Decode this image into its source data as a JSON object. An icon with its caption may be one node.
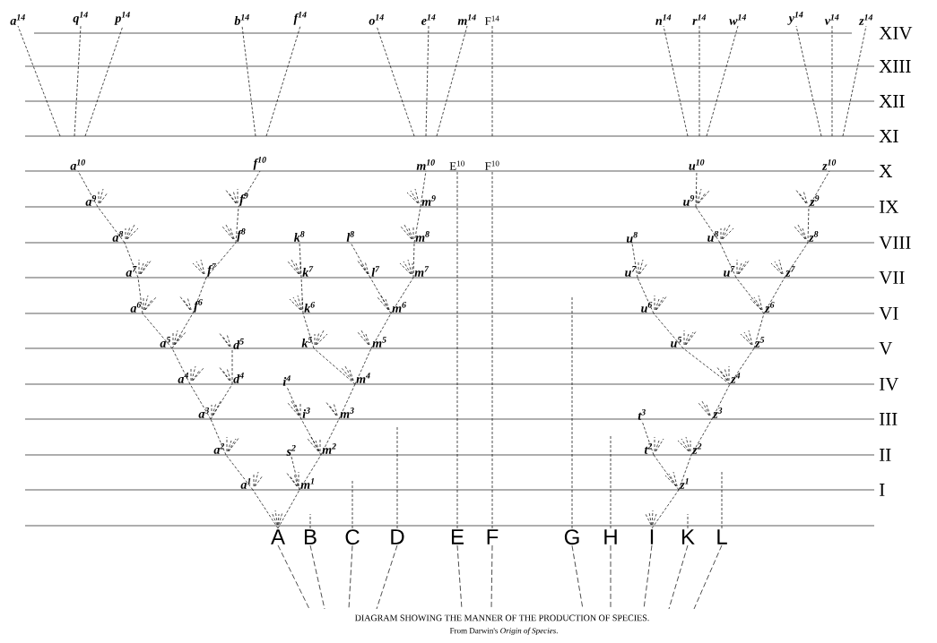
{
  "diagram": {
    "caption": "DIAGRAM SHOWING THE MANNER OF THE PRODUCTION OF SPECIES.",
    "nodes": [
      {
        "text": [
          "a$^{14}$"
        ]
      },
      {
        "text": [
          "q$^{14}$"
        ]
      },
      {
        "text": [
          "p$^{14}$"
        ]
      },
      {
        "text": [
          "b$^{14}$"
        ]
      },
      {
        "text": [
          "f$^{14}$"
        ]
      },
      {
        "text": [
          "o$^{14}$"
        ]
      },
      {
        "text": [
          "e$^{14}$"
        ]
      },
      {
        "text": [
          "m$^{14}$"
        ]
      },
      {
        "text": [
          "F$^{14}$"
        ]
      },
      {
        "text": [
          "n$^{14}$"
        ]
      },
      {
        "text": [
          "r$^{14}$"
        ]
      },
      {
        "text": [
          "w$^{14}$"
        ]
      },
      {
        "text": [
          "y$^{14}$"
        ]
      },
      {
        "text": [
          "v$^{14}$"
        ]
      },
      {
        "text": [
          "z$^{14}$"
        ]
      },
      {
        "text": [
          "a$^{10}$"
        ]
      },
      {
        "text": [
          "f$^{10}$"
        ]
      },
      {
        "text": [
          "m$^{10}$"
        ]
      },
      {
        "text": [
          "E$^{10}$"
        ]
      },
      {
        "text": [
          "F$^{10}$"
        ]
      },
      {
        "text": [
          "u$^{10}$"
        ]
      },
      {
        "text": [
          "z$^{10}$"
        ]
      },
      {
        "text": [
          "a$^{9}$"
        ]
      },
      {
        "text": [
          "f$^{9}$"
        ]
      },
      {
        "text": [
          "m$^{9}$"
        ]
      },
      {
        "text": [
          "u$^{9}$"
        ]
      },
      {
        "text": [
          "z$^{9}$"
        ]
      },
      {
        "text": [
          "a$^{8}$"
        ]
      },
      {
        "text": [
          "f$^{8}$"
        ]
      },
      {
        "text": [
          "k$^{8}$"
        ]
      },
      {
        "text": [
          "l$^{8}$"
        ]
      },
      {
        "text": [
          "m$^{8}$"
        ]
      },
      {
        "text": [
          "u$^{8}$"
        ]
      },
      {
        "text": [
          "u$^{8}$"
        ]
      },
      {
        "text": [
          "z$^{8}$"
        ]
      },
      {
        "text": [
          "a$^{7}$"
        ]
      },
      {
        "text": [
          "f$^{7}$"
        ]
      },
      {
        "text": [
          "k$^{7}$"
        ]
      },
      {
        "text": [
          "l$^{7}$"
        ]
      },
      {
        "text": [
          "m$^{7}$"
        ]
      },
      {
        "text": [
          "u$^{7}$"
        ]
      },
      {
        "text": [
          "u$^{7}$"
        ]
      },
      {
        "text": [
          "z$^{7}$"
        ]
      },
      {
        "text": [
          "a$^{6}$"
        ]
      },
      {
        "text": [
          "f$^{6}$"
        ]
      },
      {
        "text": [
          "k$^{6}$"
        ]
      },
      {
        "text": [
          "m$^{6}$"
        ]
      },
      {
        "text": [
          "u$^{6}$"
        ]
      },
      {
        "text": [
          "z$^{6}$"
        ]
      },
      {
        "text": [
          "a$^{5}$"
        ]
      },
      {
        "text": [
          "d$^{5}$"
        ]
      },
      {
        "text": [
          "k$^{5}$"
        ]
      },
      {
        "text": [
          "m$^{5}$"
        ]
      },
      {
        "text": [
          "u$^{5}$"
        ]
      },
      {
        "text": [
          "z$^{5}$"
        ]
      },
      {
        "text": [
          "a$^{4}$"
        ]
      },
      {
        "text": [
          "d$^{4}$"
        ]
      },
      {
        "text": [
          "i$^{4}$"
        ]
      },
      {
        "text": [
          "m$^{4}$"
        ]
      },
      {
        "text": [
          "z$^{4}$"
        ]
      },
      {
        "text": [
          "a$^{3}$"
        ]
      },
      {
        "text": [
          "i$^{3}$"
        ]
      },
      {
        "text": [
          "m$^{3}$"
        ]
      },
      {
        "text": [
          "t$^{3}$"
        ]
      },
      {
        "text": [
          "z$^{3}$"
        ]
      },
      {
        "text": [
          "a$^{2}$"
        ]
      },
      {
        "text": [
          "s$^{2}$"
        ]
      },
      {
        "text": [
          "m$^{2}$"
        ]
      },
      {
        "text": [
          "t$^{2}$"
        ]
      },
      {
        "text": [
          "z$^{2}$"
        ]
      },
      {
        "text": [
          "a$^{1}$"
        ]
      },
      {
        "text": [
          "m$^{1}$"
        ]
      },
      {
        "text": [
          "z$^{1}$"
        ]
      },
      {
        "text": [
          "A"
        ]
      },
      {
        "text": [
          "B"
        ]
      },
      {
        "text": [
          "C"
        ]
      },
      {
        "text": [
          "D"
        ]
      },
      {
        "text": [
          "E"
        ]
      },
      {
        "text": [
          "F"
        ]
      },
      {
        "text": [
          "G"
        ]
      },
      {
        "text": [
          "H"
        ]
      },
      {
        "text": [
          "I"
        ]
      },
      {
        "text": [
          "K"
        ]
      },
      {
        "text": [
          "L"
        ]
      }
    ],
    "edges": [
      {
        "from": 73,
        "to": 70,
        "arrow": "none"
      },
      {
        "from": 73,
        "to": 71,
        "arrow": "none"
      },
      {
        "from": 70,
        "to": 65,
        "arrow": "none"
      },
      {
        "from": 65,
        "to": 60,
        "arrow": "none"
      },
      {
        "from": 60,
        "to": 55,
        "arrow": "none"
      },
      {
        "from": 60,
        "to": 56,
        "arrow": "none"
      },
      {
        "from": 56,
        "to": 50,
        "arrow": "none"
      },
      {
        "from": 55,
        "to": 49,
        "arrow": "none"
      },
      {
        "from": 49,
        "to": 43,
        "arrow": "none"
      },
      {
        "from": 49,
        "to": 44,
        "arrow": "none"
      },
      {
        "from": 43,
        "to": 35,
        "arrow": "none"
      },
      {
        "from": 35,
        "to": 27,
        "arrow": "none"
      },
      {
        "from": 27,
        "to": 22,
        "arrow": "none"
      },
      {
        "from": 22,
        "to": 15,
        "arrow": "none"
      },
      {
        "from": 44,
        "to": 36,
        "arrow": "none"
      },
      {
        "from": 36,
        "to": 28,
        "arrow": "none"
      },
      {
        "from": 28,
        "to": 23,
        "arrow": "none"
      },
      {
        "from": 23,
        "to": 16,
        "arrow": "none"
      },
      {
        "from": 71,
        "to": 66,
        "arrow": "none"
      },
      {
        "from": 71,
        "to": 67,
        "arrow": "none"
      },
      {
        "from": 67,
        "to": 61,
        "arrow": "none"
      },
      {
        "from": 61,
        "to": 57,
        "arrow": "none"
      },
      {
        "from": 67,
        "to": 62,
        "arrow": "none"
      },
      {
        "from": 62,
        "to": 58,
        "arrow": "none"
      },
      {
        "from": 58,
        "to": 51,
        "arrow": "none"
      },
      {
        "from": 58,
        "to": 52,
        "arrow": "none"
      },
      {
        "from": 51,
        "to": 45,
        "arrow": "none"
      },
      {
        "from": 45,
        "to": 37,
        "arrow": "none"
      },
      {
        "from": 37,
        "to": 29,
        "arrow": "none"
      },
      {
        "from": 52,
        "to": 46,
        "arrow": "none"
      },
      {
        "from": 46,
        "to": 38,
        "arrow": "none"
      },
      {
        "from": 38,
        "to": 30,
        "arrow": "none"
      },
      {
        "from": 46,
        "to": 39,
        "arrow": "none"
      },
      {
        "from": 39,
        "to": 31,
        "arrow": "none"
      },
      {
        "from": 31,
        "to": 24,
        "arrow": "none"
      },
      {
        "from": 24,
        "to": 17,
        "arrow": "none"
      },
      {
        "from": 77,
        "to": 18,
        "arrow": "none"
      },
      {
        "from": 78,
        "to": 19,
        "arrow": "none"
      },
      {
        "from": 81,
        "to": 72,
        "arrow": "none"
      },
      {
        "from": 72,
        "to": 68,
        "arrow": "none"
      },
      {
        "from": 68,
        "to": 63,
        "arrow": "none"
      },
      {
        "from": 72,
        "to": 69,
        "arrow": "none"
      },
      {
        "from": 69,
        "to": 64,
        "arrow": "none"
      },
      {
        "from": 64,
        "to": 59,
        "arrow": "none"
      },
      {
        "from": 59,
        "to": 53,
        "arrow": "none"
      },
      {
        "from": 59,
        "to": 54,
        "arrow": "none"
      },
      {
        "from": 53,
        "to": 47,
        "arrow": "none"
      },
      {
        "from": 47,
        "to": 40,
        "arrow": "none"
      },
      {
        "from": 40,
        "to": 32,
        "arrow": "none"
      },
      {
        "from": 54,
        "to": 48,
        "arrow": "none"
      },
      {
        "from": 48,
        "to": 41,
        "arrow": "none"
      },
      {
        "from": 41,
        "to": 33,
        "arrow": "none"
      },
      {
        "from": 33,
        "to": 25,
        "arrow": "none"
      },
      {
        "from": 25,
        "to": 20,
        "arrow": "none"
      },
      {
        "from": 48,
        "to": 42,
        "arrow": "none"
      },
      {
        "from": 42,
        "to": 34,
        "arrow": "none"
      },
      {
        "from": 34,
        "to": 26,
        "arrow": "none"
      },
      {
        "from": 26,
        "to": 21,
        "arrow": "none"
      },
      {
        "from": null,
        "to": 0,
        "arrow": "none"
      },
      {
        "from": null,
        "to": 1,
        "arrow": "none"
      },
      {
        "from": null,
        "to": 2,
        "arrow": "none"
      },
      {
        "from": null,
        "to": 3,
        "arrow": "none"
      },
      {
        "from": null,
        "to": 4,
        "arrow": "none"
      },
      {
        "from": null,
        "to": 5,
        "arrow": "none"
      },
      {
        "from": null,
        "to": 6,
        "arrow": "none"
      },
      {
        "from": null,
        "to": 7,
        "arrow": "none"
      },
      {
        "from": null,
        "to": 8,
        "arrow": "none"
      },
      {
        "from": null,
        "to": 9,
        "arrow": "none"
      },
      {
        "from": null,
        "to": 10,
        "arrow": "none"
      },
      {
        "from": null,
        "to": 11,
        "arrow": "none"
      },
      {
        "from": null,
        "to": 12,
        "arrow": "none"
      },
      {
        "from": null,
        "to": 13,
        "arrow": "none"
      },
      {
        "from": null,
        "to": 14,
        "arrow": "none"
      },
      {
        "from": 74,
        "to": null,
        "arrow": "none"
      },
      {
        "from": 75,
        "to": null,
        "arrow": "none"
      },
      {
        "from": 76,
        "to": null,
        "arrow": "none"
      },
      {
        "from": 79,
        "to": null,
        "arrow": "none"
      },
      {
        "from": 80,
        "to": null,
        "arrow": "none"
      },
      {
        "from": 82,
        "to": null,
        "arrow": "none"
      },
      {
        "from": 83,
        "to": null,
        "arrow": "none"
      },
      {
        "from": 73,
        "to": null,
        "arrow": "none"
      },
      {
        "from": 74,
        "to": null,
        "arrow": "none"
      },
      {
        "from": 75,
        "to": null,
        "arrow": "none"
      },
      {
        "from": 76,
        "to": null,
        "arrow": "none"
      },
      {
        "from": 77,
        "to": null,
        "arrow": "none"
      },
      {
        "from": 78,
        "to": null,
        "arrow": "none"
      },
      {
        "from": 79,
        "to": null,
        "arrow": "none"
      },
      {
        "from": 80,
        "to": null,
        "arrow": "none"
      },
      {
        "from": 81,
        "to": null,
        "arrow": "none"
      },
      {
        "from": 82,
        "to": null,
        "arrow": "none"
      },
      {
        "from": 83,
        "to": null,
        "arrow": "none"
      }
    ],
    "labels": [
      "XIV",
      "XIII",
      "XII",
      "XI",
      "X",
      "IX",
      "VIII",
      "VII",
      "VI",
      "V",
      "IV",
      "III",
      "II",
      "I",
      "From Darwin's *Origin of Species*."
    ]
  }
}
